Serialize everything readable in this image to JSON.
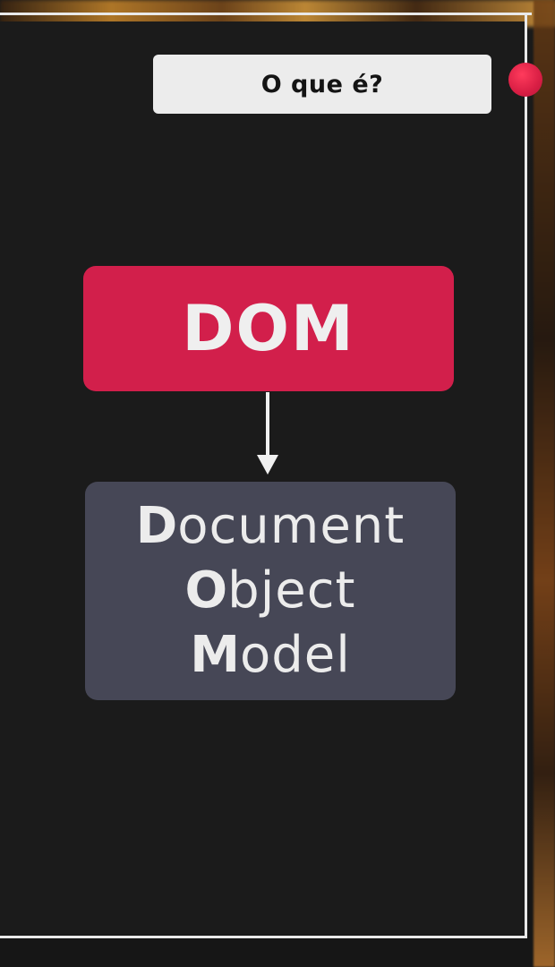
{
  "header": {
    "title": "O que é?"
  },
  "diagram": {
    "acronym": "DOM",
    "expansion": [
      {
        "initial": "D",
        "rest": "ocument"
      },
      {
        "initial": "O",
        "rest": "bject"
      },
      {
        "initial": "M",
        "rest": "odel"
      }
    ]
  },
  "colors": {
    "accent": "#d21f4b",
    "definition_box": "#464756",
    "title_box": "#ececec",
    "background": "#1b1b1b",
    "record_dot": "#e0244a"
  },
  "icons": {
    "record": "record-dot-icon",
    "arrow": "arrow-down-icon"
  }
}
